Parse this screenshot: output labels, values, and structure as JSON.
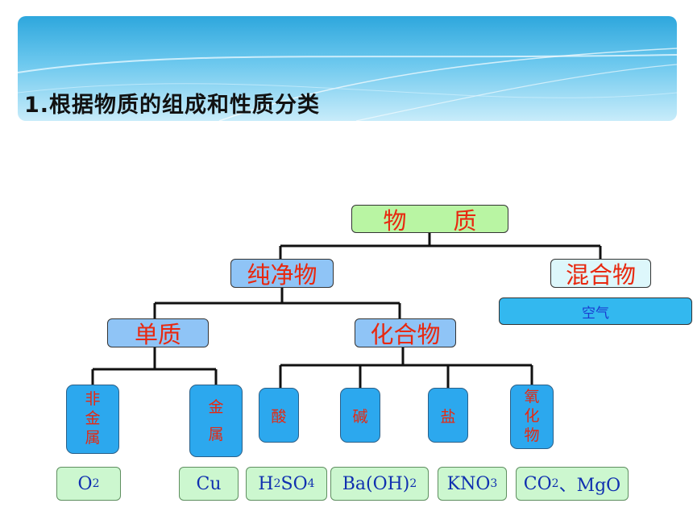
{
  "title": "1.根据物质的组成和性质分类",
  "root": "物　　质",
  "pure": "纯净物",
  "mixture": "混合物",
  "mixture_example": "空气",
  "element": "单质",
  "compound": "化合物",
  "element_types": {
    "nonmetal": "非金属",
    "metal": "金属"
  },
  "compound_types": {
    "acid": "酸",
    "base": "碱",
    "salt": "盐",
    "oxide": "氧化物"
  },
  "examples": {
    "nonmetal": {
      "base": "O",
      "sub": "2"
    },
    "metal": "Cu",
    "acid": {
      "p1": "H",
      "s1": "2",
      "p2": "SO",
      "s2": "4"
    },
    "base": {
      "p1": "Ba(OH)",
      "s1": "2"
    },
    "salt": {
      "p1": "KNO",
      "s1": "3"
    },
    "oxide": {
      "p1": "CO",
      "s1": "2",
      "p2": "、MgO"
    }
  }
}
